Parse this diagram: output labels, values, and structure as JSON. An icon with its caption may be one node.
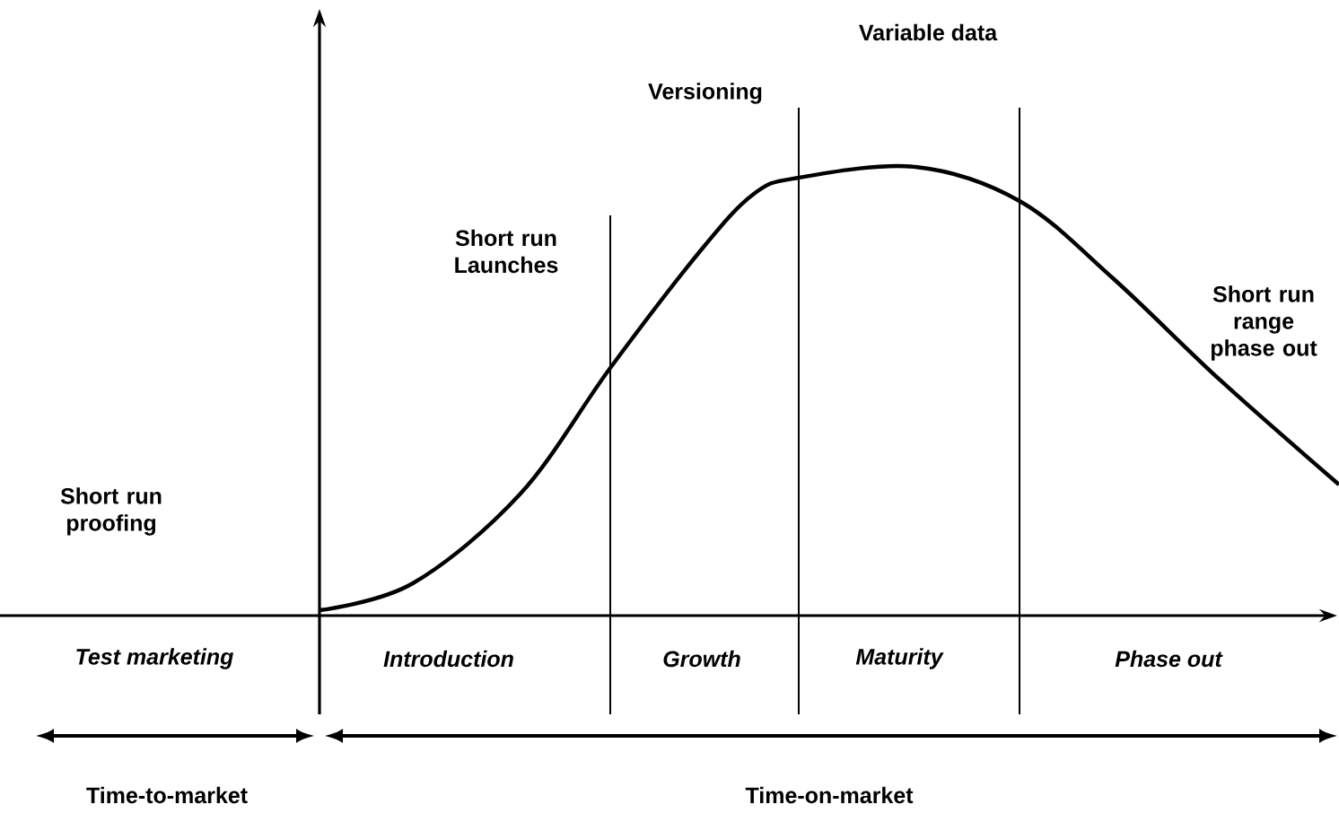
{
  "diagram": {
    "labels": [
      "Variable data",
      "Versioning",
      "Short run Launches",
      "Short run range phase out",
      "Short run proofing",
      "Test marketing",
      "Introduction",
      "Growth",
      "Maturity",
      "Phase out",
      "Time-to-market",
      "Time-on-market"
    ]
  }
}
